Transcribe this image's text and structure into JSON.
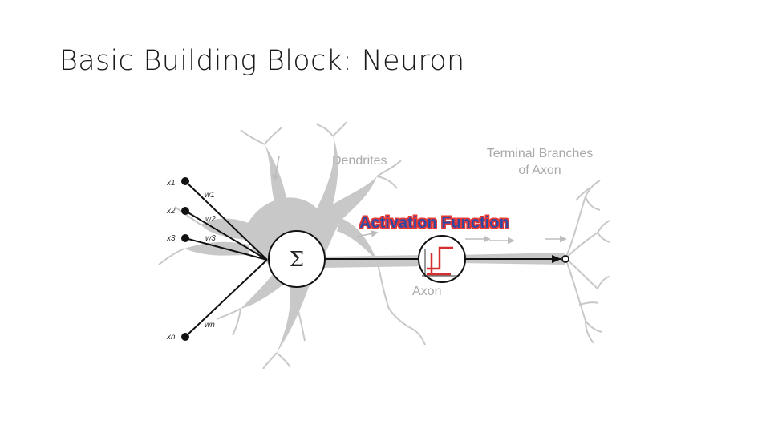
{
  "title": "Basic Building Block: Neuron",
  "labels": {
    "dendrites": "Dendrites",
    "terminal_line1": "Terminal Branches",
    "terminal_line2": "of Axon",
    "activation": "Activation Function",
    "axon": "Axon",
    "sum_symbol": "Σ"
  },
  "inputs": [
    {
      "name": "x1",
      "weight": "w1"
    },
    {
      "name": "x2",
      "weight": "w2"
    },
    {
      "name": "x3",
      "weight": "w3"
    },
    {
      "name": "xn",
      "weight": "wn"
    }
  ],
  "colors": {
    "activation_text": "#2f4a9e",
    "activation_outline": "#e53935",
    "step_function": "#d32f2f",
    "neuron_shape": "#c8c8c8",
    "lines": "#111111"
  }
}
